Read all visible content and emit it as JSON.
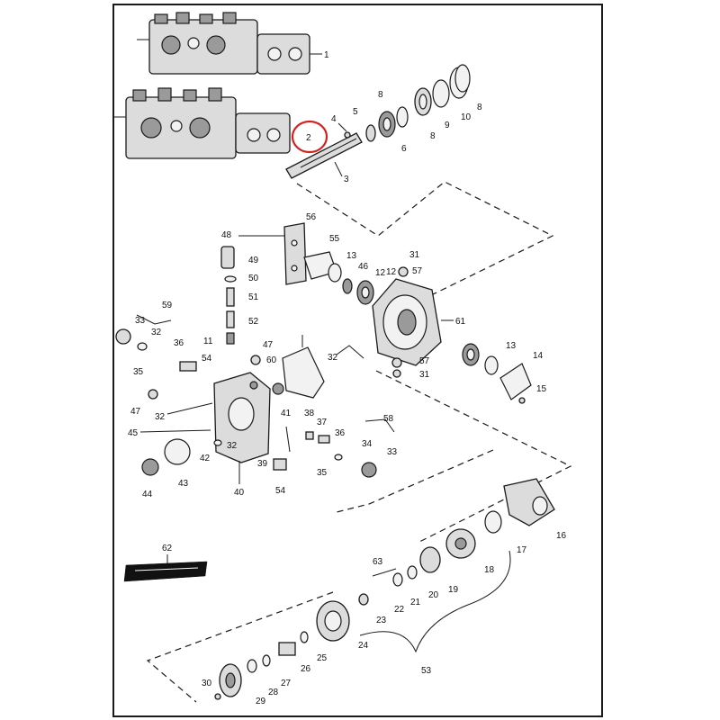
{
  "diagram": {
    "highlight_color": "#d42020",
    "highlighted_callout": "2",
    "callouts": {
      "c1": "1",
      "c2": "2",
      "c3": "3",
      "c4": "4",
      "c5": "5",
      "c6": "6",
      "c8a": "8",
      "c8b": "8",
      "c8c": "8",
      "c9": "9",
      "c10": "10",
      "c11": "11",
      "c12a": "12",
      "c12b": "12",
      "c13a": "13",
      "c13b": "13",
      "c14": "14",
      "c15": "15",
      "c16": "16",
      "c17": "17",
      "c18": "18",
      "c19": "19",
      "c20": "20",
      "c21": "21",
      "c22": "22",
      "c23": "23",
      "c24": "24",
      "c25": "25",
      "c26": "26",
      "c27": "27",
      "c28": "28",
      "c29": "29",
      "c30": "30",
      "c31a": "31",
      "c31b": "31",
      "c32a": "32",
      "c32b": "32",
      "c32c": "32",
      "c33a": "33",
      "c33b": "33",
      "c34": "34",
      "c35a": "35",
      "c35b": "35",
      "c36a": "36",
      "c36b": "36",
      "c37": "37",
      "c38": "38",
      "c39": "39",
      "c40": "40",
      "c41": "41",
      "c42": "42",
      "c43": "43",
      "c44": "44",
      "c45": "45",
      "c46": "46",
      "c47a": "47",
      "c47b": "47",
      "c48": "48",
      "c49": "49",
      "c50": "50",
      "c51": "51",
      "c52": "52",
      "c53": "53",
      "c54a": "54",
      "c54b": "54",
      "c55": "55",
      "c56": "56",
      "c57a": "57",
      "c57b": "57",
      "c58": "58",
      "c59": "59",
      "c60": "60",
      "c61": "61",
      "c62": "62",
      "c63": "63"
    }
  }
}
